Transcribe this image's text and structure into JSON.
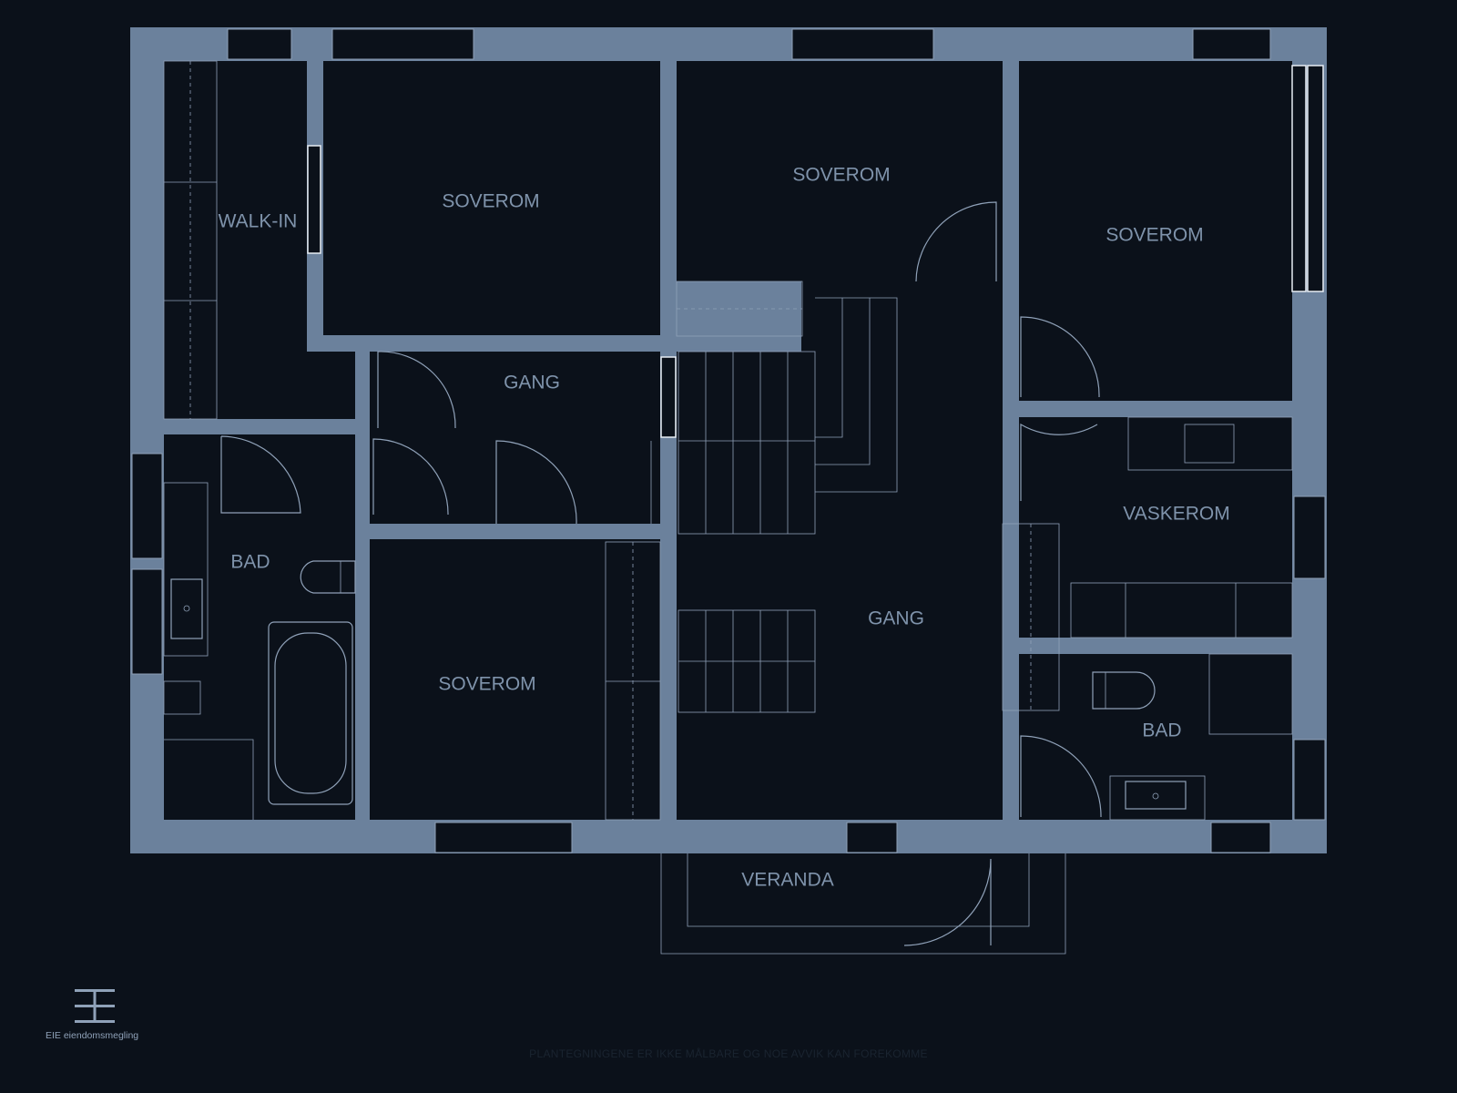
{
  "rooms": {
    "walk_in": "WALK-IN",
    "bedroom_top_left": "SOVEROM",
    "bedroom_top_middle": "SOVEROM",
    "bedroom_top_right": "SOVEROM",
    "hall_upper": "GANG",
    "bath_left": "BAD",
    "bedroom_bottom_left": "SOVEROM",
    "hall_main": "GANG",
    "laundry": "VASKEROM",
    "bath_right": "BAD",
    "veranda": "VERANDA"
  },
  "brand": {
    "name": "EIE eiendomsmegling",
    "logo_icon": "eie-logo-icon"
  },
  "disclaimer": "PLANTEGNINGENE ER IKKE MÅLBARE OG NOE AVVIK KAN FOREKOMME",
  "colors": {
    "background": "#0b111a",
    "walls": "#6b819c",
    "labels": "#7f93ab",
    "lines": "#8fa1b8"
  }
}
